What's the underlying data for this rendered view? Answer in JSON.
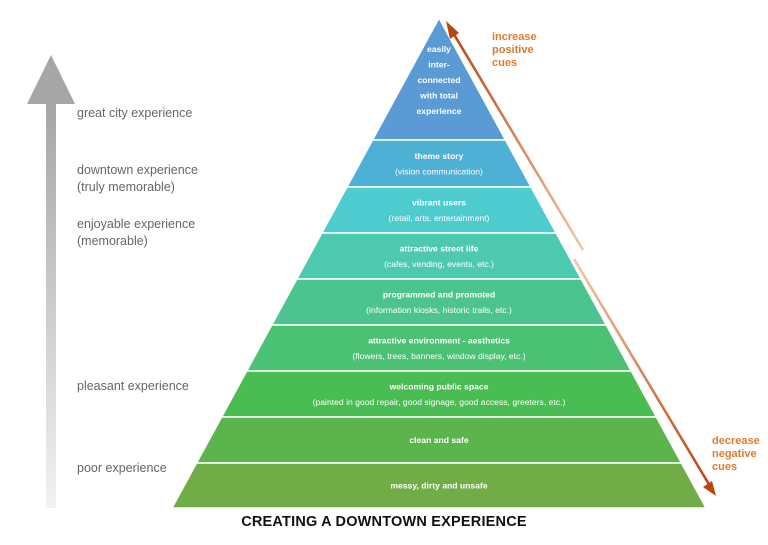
{
  "title": "CREATING A DOWNTOWN EXPERIENCE",
  "levels": [
    {
      "title": [
        "easily",
        "inter-",
        "connected",
        "with total",
        "experience"
      ],
      "subtitle": "",
      "color": "#5B9BD5"
    },
    {
      "title": [
        "theme story"
      ],
      "subtitle": "(vision communication)",
      "color": "#4FB0D6"
    },
    {
      "title": [
        "vibrant users"
      ],
      "subtitle": "(retail, arts, entertainment)",
      "color": "#4ECBCF"
    },
    {
      "title": [
        "attractive street life"
      ],
      "subtitle": "(cafes, vending, events, etc.)",
      "color": "#4DC9B0"
    },
    {
      "title": [
        "programmed and promoted"
      ],
      "subtitle": "(information kiosks, historic trails, etc.)",
      "color": "#4CC48F"
    },
    {
      "title": [
        "attractive environment - aesthetics"
      ],
      "subtitle": "(flowers, trees, banners, window display, etc.)",
      "color": "#4BC173"
    },
    {
      "title": [
        "welcoming public space"
      ],
      "subtitle": "(painted in good repair, good signage, good access, greeters, etc.)",
      "color": "#49BC52"
    },
    {
      "title": [
        "clean and safe"
      ],
      "subtitle": "",
      "color": "#5BB44C"
    },
    {
      "title": [
        "messy, dirty and unsafe"
      ],
      "subtitle": "",
      "color": "#71AD47"
    }
  ],
  "experience_scale": [
    {
      "lines": [
        "great city experience"
      ]
    },
    {
      "lines": [
        "downtown experience",
        "(truly memorable)"
      ]
    },
    {
      "lines": [
        "enjoyable experience",
        "(memorable)"
      ]
    },
    {
      "lines": [
        "pleasant experience"
      ]
    },
    {
      "lines": [
        "poor experience"
      ]
    }
  ],
  "cues": {
    "increase": [
      "increase",
      "positive",
      "cues"
    ],
    "decrease": [
      "decrease",
      "negative",
      "cues"
    ]
  },
  "colors": {
    "accent": "#E07B2E",
    "arrow_gray": "#BFBFBF",
    "separator": "#FFFFFF"
  }
}
